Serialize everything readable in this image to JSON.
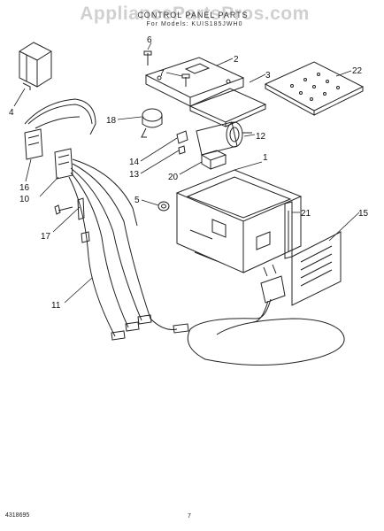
{
  "header": {
    "title": "CONTROL PANEL PARTS",
    "subtitle": "For Models: KUIS185JWH0",
    "watermark": "AppliancePartsPros.com"
  },
  "callouts": {
    "c1": "1",
    "c2": "2",
    "c3": "3",
    "c4": "4",
    "c5": "5",
    "c6": "6",
    "c7": "7",
    "c10": "10",
    "c11": "11",
    "c12": "12",
    "c13": "13",
    "c14": "14",
    "c15": "15",
    "c16": "16",
    "c17": "17",
    "c18": "18",
    "c20": "20",
    "c21": "21",
    "c22": "22"
  },
  "footer": {
    "doc_number": "4318695",
    "page_number": "7"
  }
}
